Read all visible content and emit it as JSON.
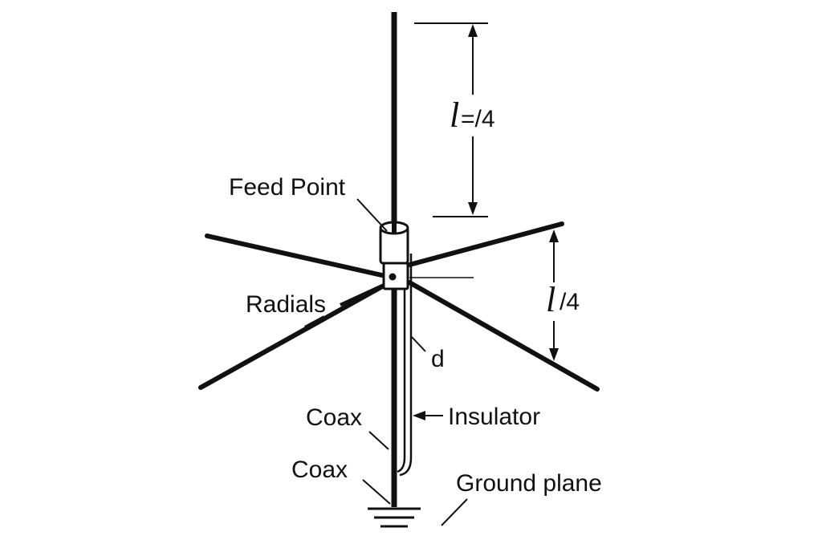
{
  "diagram": {
    "labels": {
      "feed_point": "Feed Point",
      "radials": "Radials",
      "d": "d",
      "coax_upper": "Coax",
      "coax_lower": "Coax",
      "insulator": "Insulator",
      "ground_plane": "Ground plane"
    },
    "dimensions": {
      "top_symbol": "l",
      "top_fraction": "=/4",
      "right_symbol": "l",
      "right_fraction": "/4"
    },
    "colors": {
      "ink": "#111111",
      "background": "#ffffff"
    }
  }
}
